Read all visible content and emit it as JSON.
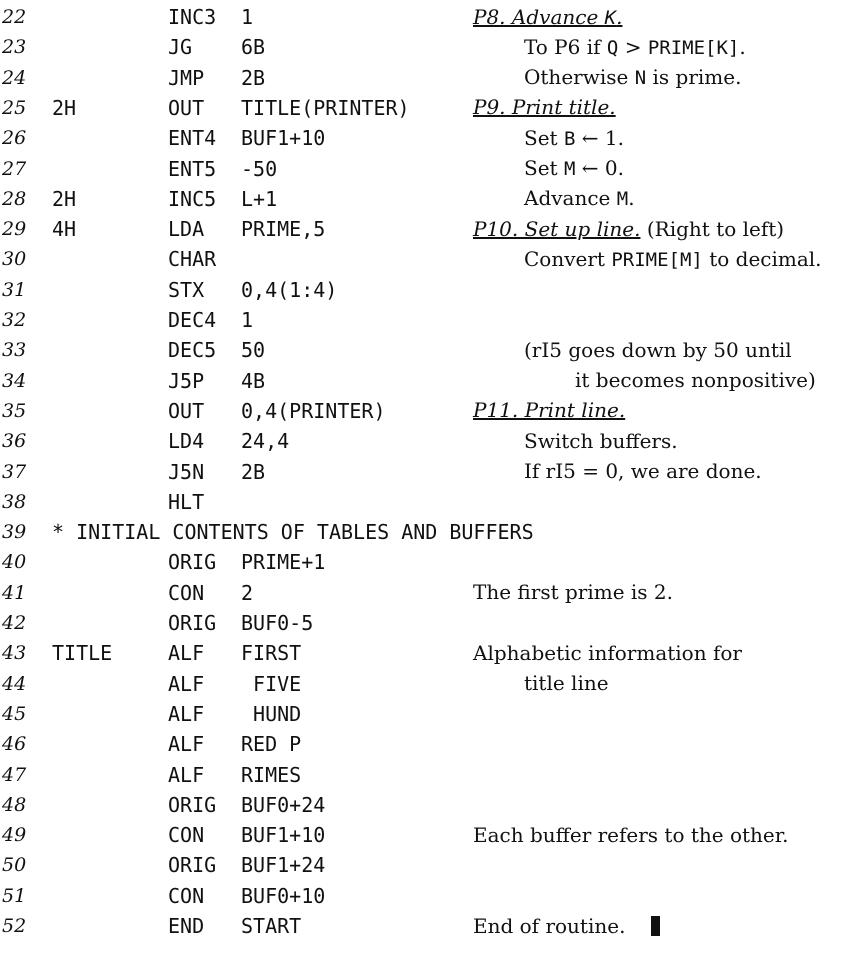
{
  "listing": {
    "lines": [
      {
        "n": "22",
        "loc": "",
        "op": "INC3",
        "addr": "1"
      },
      {
        "n": "23",
        "loc": "",
        "op": "JG",
        "addr": "6B"
      },
      {
        "n": "24",
        "loc": "",
        "op": "JMP",
        "addr": "2B"
      },
      {
        "n": "25",
        "loc": "2H",
        "op": "OUT",
        "addr": "TITLE(PRINTER)"
      },
      {
        "n": "26",
        "loc": "",
        "op": "ENT4",
        "addr": "BUF1+10"
      },
      {
        "n": "27",
        "loc": "",
        "op": "ENT5",
        "addr": "-50"
      },
      {
        "n": "28",
        "loc": "2H",
        "op": "INC5",
        "addr": "L+1"
      },
      {
        "n": "29",
        "loc": "4H",
        "op": "LDA",
        "addr": "PRIME,5"
      },
      {
        "n": "30",
        "loc": "",
        "op": "CHAR",
        "addr": ""
      },
      {
        "n": "31",
        "loc": "",
        "op": "STX",
        "addr": "0,4(1:4)"
      },
      {
        "n": "32",
        "loc": "",
        "op": "DEC4",
        "addr": "1"
      },
      {
        "n": "33",
        "loc": "",
        "op": "DEC5",
        "addr": "50"
      },
      {
        "n": "34",
        "loc": "",
        "op": "J5P",
        "addr": "4B"
      },
      {
        "n": "35",
        "loc": "",
        "op": "OUT",
        "addr": "0,4(PRINTER)"
      },
      {
        "n": "36",
        "loc": "",
        "op": "LD4",
        "addr": "24,4"
      },
      {
        "n": "37",
        "loc": "",
        "op": "J5N",
        "addr": "2B"
      },
      {
        "n": "38",
        "loc": "",
        "op": "HLT",
        "addr": ""
      },
      {
        "n": "39",
        "full": "* INITIAL CONTENTS OF TABLES AND BUFFERS"
      },
      {
        "n": "40",
        "loc": "",
        "op": "ORIG",
        "addr": "PRIME+1"
      },
      {
        "n": "41",
        "loc": "",
        "op": "CON",
        "addr": "2"
      },
      {
        "n": "42",
        "loc": "",
        "op": "ORIG",
        "addr": "BUF0-5"
      },
      {
        "n": "43",
        "loc": "TITLE",
        "op": "ALF",
        "addr": "FIRST"
      },
      {
        "n": "44",
        "loc": "",
        "op": "ALF",
        "addr": " FIVE"
      },
      {
        "n": "45",
        "loc": "",
        "op": "ALF",
        "addr": " HUND"
      },
      {
        "n": "46",
        "loc": "",
        "op": "ALF",
        "addr": "RED P"
      },
      {
        "n": "47",
        "loc": "",
        "op": "ALF",
        "addr": "RIMES"
      },
      {
        "n": "48",
        "loc": "",
        "op": "ORIG",
        "addr": "BUF0+24"
      },
      {
        "n": "49",
        "loc": "",
        "op": "CON",
        "addr": "BUF1+10"
      },
      {
        "n": "50",
        "loc": "",
        "op": "ORIG",
        "addr": "BUF1+24"
      },
      {
        "n": "51",
        "loc": "",
        "op": "CON",
        "addr": "BUF0+10"
      },
      {
        "n": "52",
        "loc": "",
        "op": "END",
        "addr": "START"
      }
    ]
  },
  "comments": {
    "p8": {
      "step": "P8. Advance ",
      "step_var": "K",
      "step_end": ".",
      "l1_pre": "To P6 if ",
      "l1_q": "Q",
      "l1_mid": " > ",
      "l1_var": "PRIME[K]",
      "l1_end": ".",
      "l2_pre": "Otherwise ",
      "l2_var": "N",
      "l2_end": " is prime."
    },
    "p9": {
      "step": "P9. Print title.",
      "l1_pre": "Set ",
      "l1_var": "B",
      "l1_end": " ← 1.",
      "l2_pre": "Set ",
      "l2_var": "M",
      "l2_end": " ← 0.",
      "l3_pre": "Advance ",
      "l3_var": "M",
      "l3_end": "."
    },
    "p10": {
      "step": "P10. Set up line.",
      "note": " (Right to left)",
      "l1_pre": "Convert ",
      "l1_var": "PRIME[M]",
      "l1_end": " to decimal.",
      "l2": "(rI5 goes down by 50 until",
      "l3": "it becomes nonpositive)"
    },
    "p11": {
      "step": "P11. Print line.",
      "l1": "Switch buffers.",
      "l2": "If rI5 = 0, we are done."
    },
    "first_prime": "The first prime is 2.",
    "alpha_1": "Alphabetic information for",
    "alpha_2": "title line",
    "buffer_ref": "Each buffer refers to the other.",
    "end": "End of routine."
  }
}
